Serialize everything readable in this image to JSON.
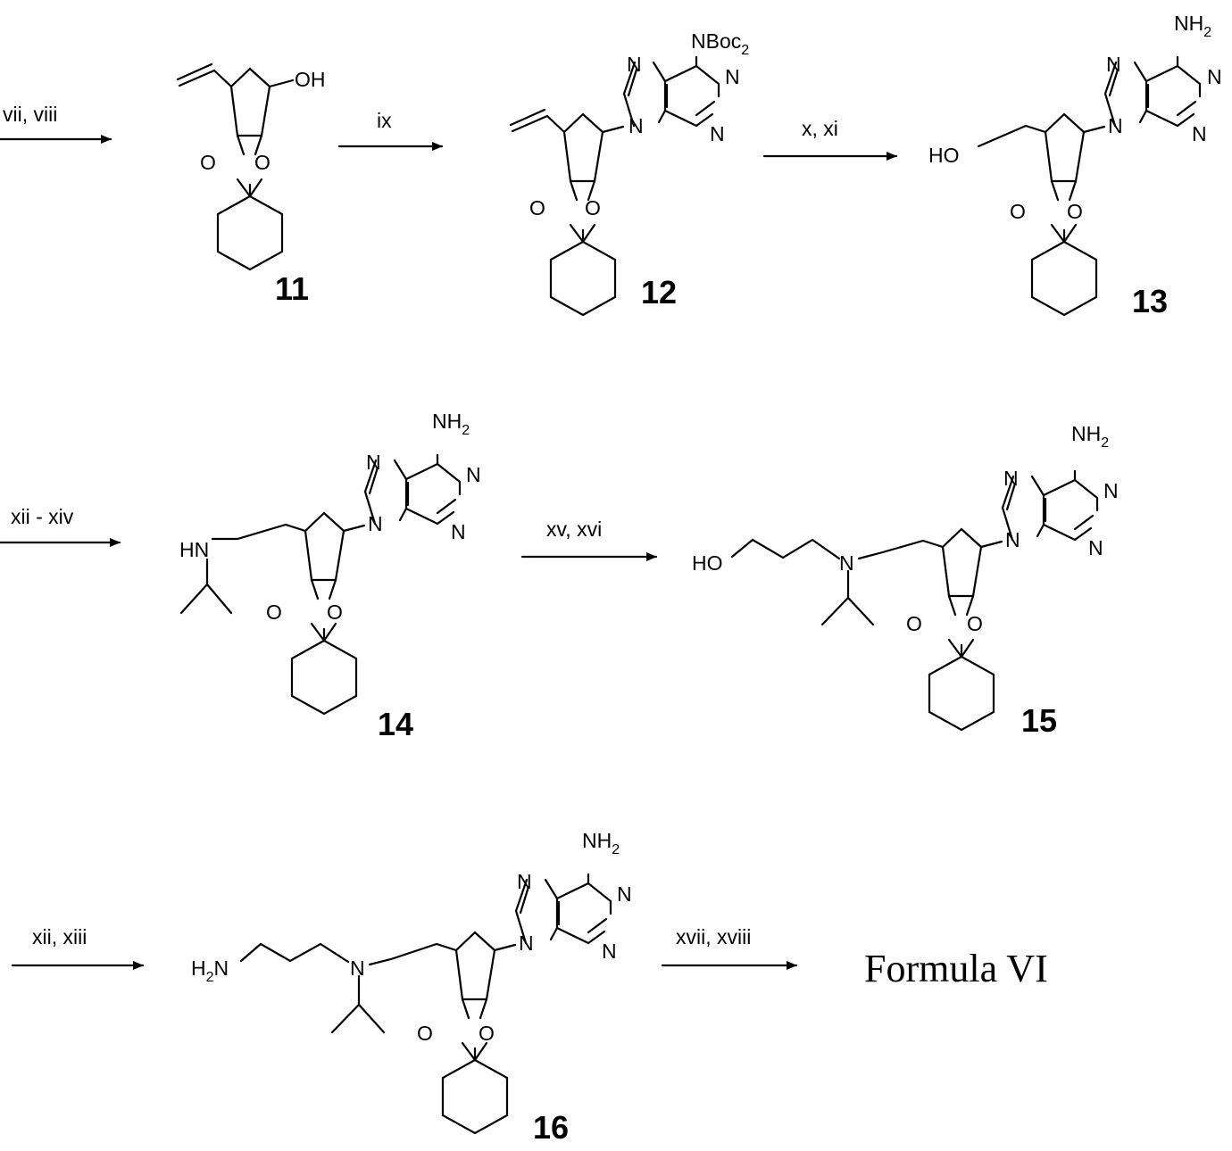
{
  "scheme": {
    "steps": [
      {
        "reagents": "vii, viii"
      },
      {
        "reagents": "ix"
      },
      {
        "reagents": "x, xi"
      },
      {
        "reagents": "xii - xiv"
      },
      {
        "reagents": "xv, xvi"
      },
      {
        "reagents": "xii, xiii"
      },
      {
        "reagents": "xvii, xviii"
      }
    ],
    "compounds": [
      {
        "number": "11",
        "labels": {
          "oh": "OH"
        }
      },
      {
        "number": "12",
        "labels": {
          "nboc": "NBoc",
          "nboc_sub": "2"
        }
      },
      {
        "number": "13",
        "labels": {
          "ho": "HO",
          "nh": "NH",
          "nh_sub": "2"
        }
      },
      {
        "number": "14",
        "labels": {
          "hn": "HN",
          "nh": "NH",
          "nh_sub": "2"
        }
      },
      {
        "number": "15",
        "labels": {
          "ho": "HO",
          "n": "N",
          "nh": "NH",
          "nh_sub": "2"
        }
      },
      {
        "number": "16",
        "labels": {
          "h": "H",
          "h_sub": "2",
          "n_tail": "N",
          "n": "N",
          "nh": "NH",
          "nh_sub": "2"
        }
      }
    ],
    "atoms": {
      "O": "O",
      "N": "N"
    },
    "product": "Formula VI"
  }
}
